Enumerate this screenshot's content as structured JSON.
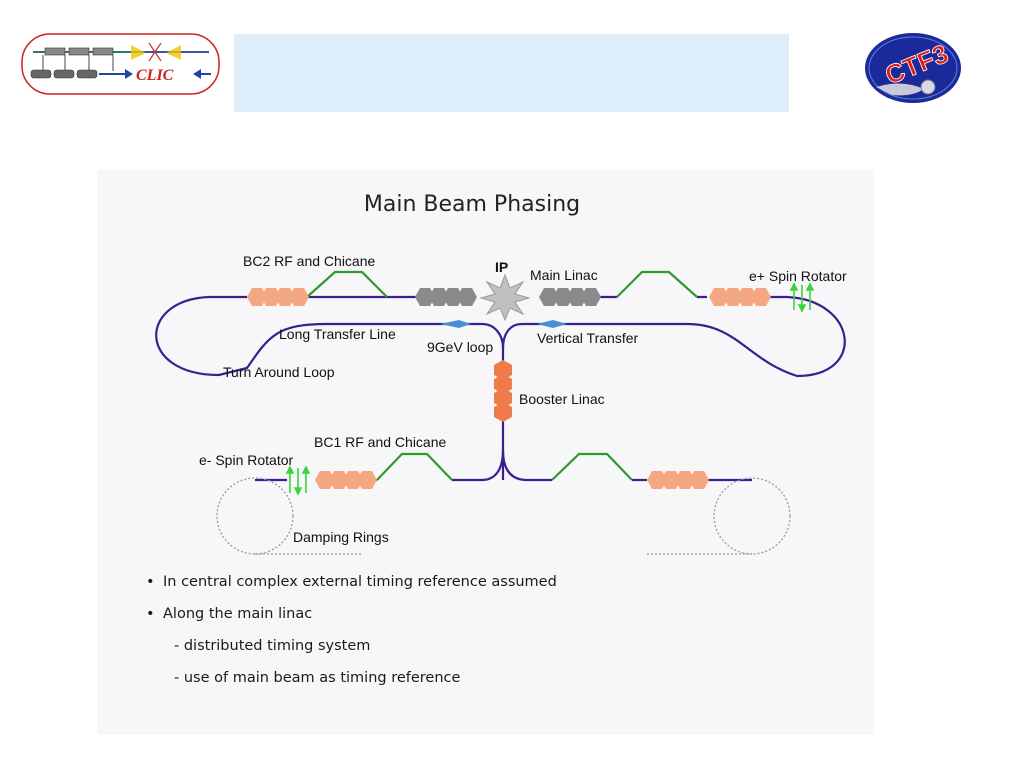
{
  "logos": {
    "left_brand": "CLIC",
    "right_brand": "CTF3"
  },
  "slide": {
    "title": "Main Beam Phasing"
  },
  "diagram": {
    "labels": {
      "bc2": "BC2 RF and Chicane",
      "ip": "IP",
      "main_linac": "Main Linac",
      "e_plus_spin": "e+ Spin Rotator",
      "long_transfer": "Long Transfer Line",
      "loop_9gev": "9GeV loop",
      "vertical_transfer": "Vertical Transfer",
      "turn_around": "Turn Around Loop",
      "booster": "Booster Linac",
      "bc1": "BC1 RF and Chicane",
      "e_minus_spin": "e- Spin Rotator",
      "damping_rings": "Damping Rings"
    },
    "colors": {
      "beamline": "#3a1f8f",
      "chicane": "#2e9a2a",
      "rf_cavity": "#f4a882",
      "booster": "#f07a4a",
      "linac": "#8a8a8a",
      "spin_rotator": "#3bd43b",
      "transfer_arrow": "#4a8fd6",
      "damping_ring": "#9a9a9a"
    }
  },
  "bullets": [
    {
      "text": "In central complex external timing reference assumed"
    },
    {
      "text": "Along the main linac",
      "subitems": [
        "- distributed timing system",
        "- use of main beam as timing reference"
      ]
    }
  ]
}
